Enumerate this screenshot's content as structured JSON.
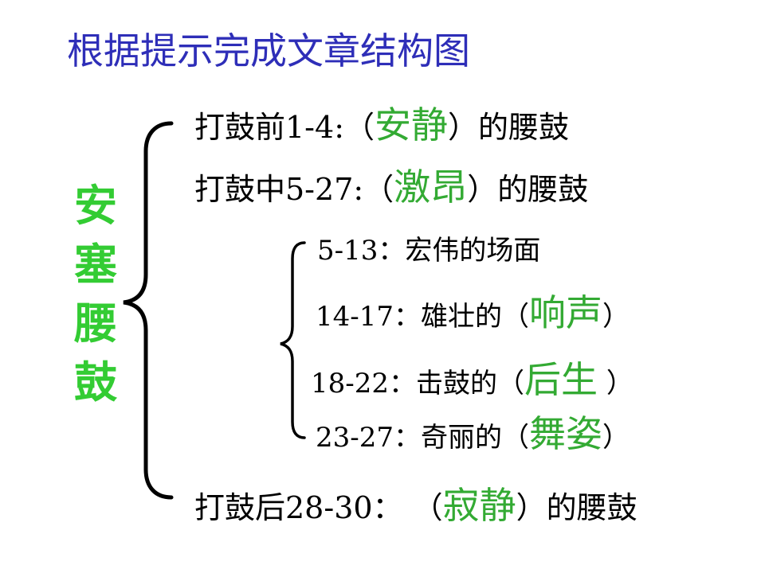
{
  "title": "根据提示完成文章结构图",
  "subject_chars": [
    "安",
    "塞",
    "腰",
    "鼓"
  ],
  "rows": {
    "before": {
      "prefix": "打鼓前1-4:（",
      "answer": "安静",
      "suffix": "）的腰鼓"
    },
    "middle": {
      "prefix": "打鼓中5-27:（",
      "answer": "激昂",
      "suffix": "）的腰鼓"
    },
    "after": {
      "prefix": "打鼓后28-30： （",
      "answer": "寂静",
      "suffix": "）的腰鼓"
    }
  },
  "sub_rows": [
    {
      "prefix": "5-13：宏伟的场面",
      "answer": "",
      "suffix": ""
    },
    {
      "prefix": "14-17：雄壮的（",
      "answer": "响声",
      "suffix": "）"
    },
    {
      "prefix": "18-22：击鼓的（",
      "answer": "后生",
      "suffix": " ）"
    },
    {
      "prefix": "23-27：奇丽的（",
      "answer": "舞姿",
      "suffix": "）"
    }
  ],
  "colors": {
    "title": "#2e2eb8",
    "subject": "#33cc33",
    "answer": "#33aa33"
  }
}
